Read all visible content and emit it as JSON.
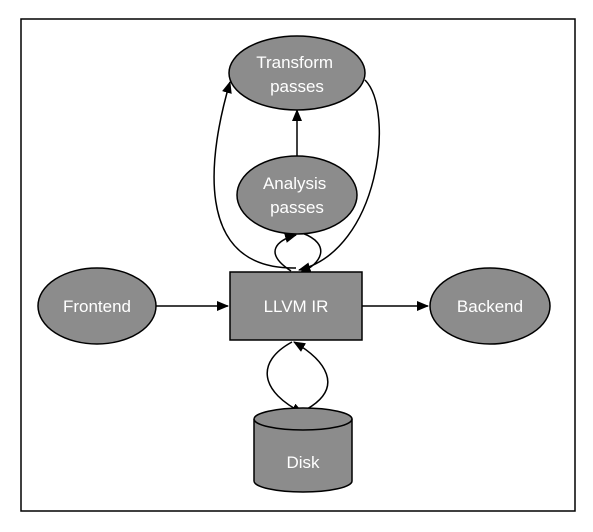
{
  "diagram": {
    "colors": {
      "node_fill": "#8c8c8c",
      "stroke": "#000000",
      "label": "#ffffff",
      "background": "#ffffff"
    },
    "nodes": {
      "transform": {
        "line1": "Transform",
        "line2": "passes"
      },
      "analysis": {
        "line1": "Analysis",
        "line2": "passes"
      },
      "frontend": {
        "label": "Frontend"
      },
      "llvm_ir": {
        "label": "LLVM IR"
      },
      "backend": {
        "label": "Backend"
      },
      "disk": {
        "label": "Disk"
      }
    },
    "edges": [
      {
        "from": "frontend",
        "to": "llvm_ir"
      },
      {
        "from": "llvm_ir",
        "to": "backend"
      },
      {
        "from": "analysis",
        "to": "transform"
      },
      {
        "from": "llvm_ir",
        "to": "analysis"
      },
      {
        "from": "analysis",
        "to": "llvm_ir"
      },
      {
        "from": "llvm_ir",
        "to": "transform"
      },
      {
        "from": "transform",
        "to": "llvm_ir"
      },
      {
        "from": "llvm_ir",
        "to": "disk"
      },
      {
        "from": "disk",
        "to": "llvm_ir"
      }
    ]
  }
}
